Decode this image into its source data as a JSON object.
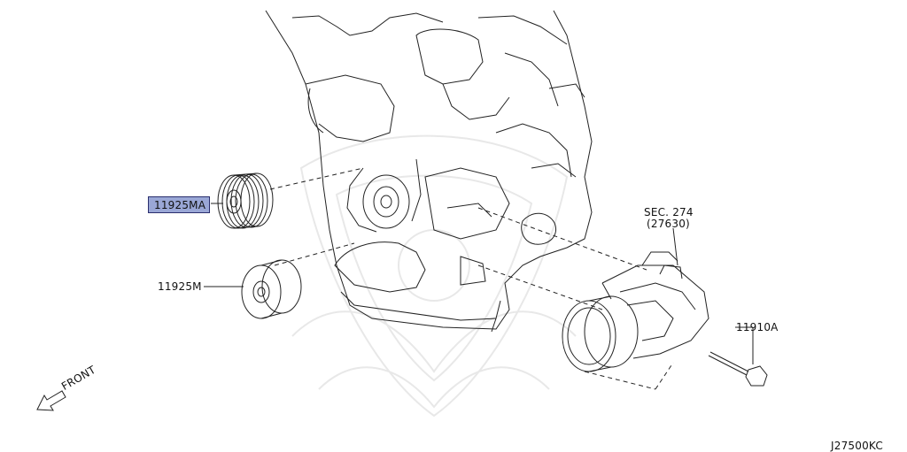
{
  "labels": {
    "part_main": "11925MA",
    "part_idler": "11925M",
    "section_ref": "SEC. 274",
    "section_sub": "(27630)",
    "part_bolt": "11910A",
    "front": "FRONT",
    "diagram_code": "J27500KC"
  },
  "colors": {
    "highlight": "#9aa7d6",
    "highlight_border": "#2a2e6e",
    "line": "#222222",
    "watermark": "#e6e6e6"
  },
  "icons": [
    "front-arrow-icon"
  ]
}
